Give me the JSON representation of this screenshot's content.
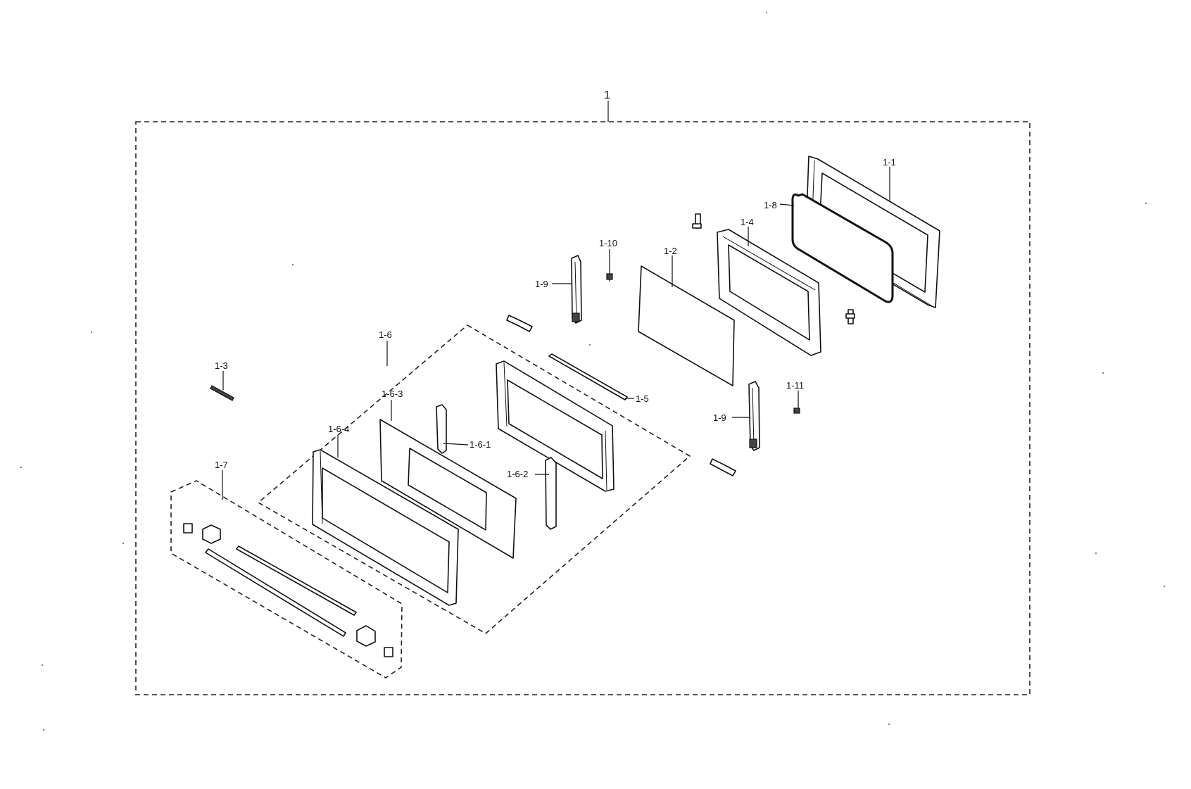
{
  "diagram": {
    "assembly_label": "1",
    "labels": {
      "p1_1": "1-1",
      "p1_2": "1-2",
      "p1_3": "1-3",
      "p1_4": "1-4",
      "p1_5": "1-5",
      "p1_6": "1-6",
      "p1_6_1": "1-6-1",
      "p1_6_2": "1-6-2",
      "p1_6_3": "1-6-3",
      "p1_6_4": "1-6-4",
      "p1_7": "1-7",
      "p1_8": "1-8",
      "p1_9a": "1-9",
      "p1_9b": "1-9",
      "p1_10": "1-10",
      "p1_11": "1-11"
    }
  }
}
